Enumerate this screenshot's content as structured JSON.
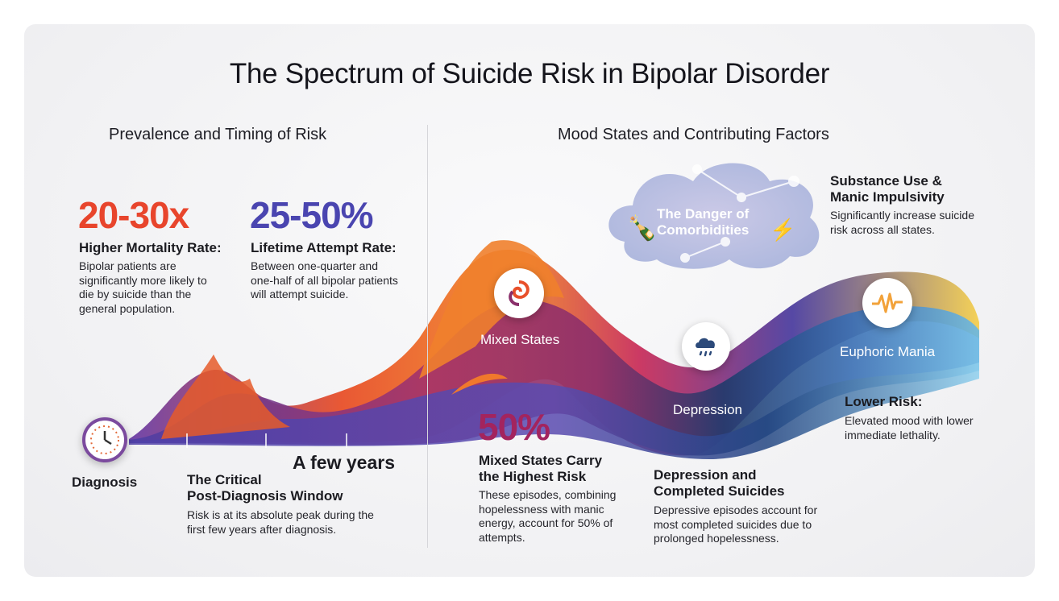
{
  "title": "The Spectrum of Suicide Risk in Bipolar Disorder",
  "left_section": {
    "heading": "Prevalence and Timing of Risk",
    "stat1": {
      "value": "20-30x",
      "label": "Higher Mortality Rate:",
      "text": [
        "Bipolar patients are",
        "significantly more likely to",
        "die by suicide than the",
        "general population."
      ],
      "color": "#e8452c"
    },
    "stat2": {
      "value": "25-50%",
      "label": "Lifetime Attempt Rate:",
      "text": [
        "Between one-quarter and",
        "one-half of all bipolar patients",
        "will attempt suicide."
      ],
      "color": "#4a45b0"
    },
    "diagnosis_label": "Diagnosis",
    "few_years_label": "A few years",
    "window": {
      "title": [
        "The Critical",
        "Post-Diagnosis Window"
      ],
      "text": [
        "Risk is at its absolute peak during the",
        "first few years after diagnosis."
      ]
    }
  },
  "right_section": {
    "heading": "Mood States and Contributing Factors",
    "cloud_label": [
      "The Danger of",
      "Comorbidities"
    ],
    "substance": {
      "title": [
        "Substance Use &",
        "Manic Impulsivity"
      ],
      "text": [
        "Significantly increase suicide",
        "risk across all states."
      ]
    },
    "mixed_label": "Mixed States",
    "depression_label": "Depression",
    "mania_label": "Euphoric Mania",
    "mixed_stat": {
      "value": "50%",
      "title": [
        "Mixed States Carry",
        "the Highest Risk"
      ],
      "text": [
        "These episodes, combining",
        "hopelessness with manic",
        "energy, account for 50% of",
        "attempts."
      ],
      "color": "#a3245e"
    },
    "depression_block": {
      "title": [
        "Depression and",
        "Completed Suicides"
      ],
      "text": [
        "Depressive episodes account for",
        "most completed suicides due to",
        "prolonged hopelessness."
      ]
    },
    "lower_risk": {
      "title": "Lower Risk:",
      "text": [
        "Elevated mood with lower",
        "immediate lethality."
      ]
    }
  }
}
